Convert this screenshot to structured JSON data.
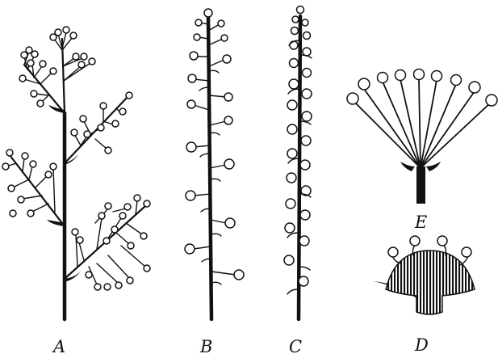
{
  "figure": {
    "labels": {
      "a": "A",
      "b": "B",
      "c": "C",
      "d": "D",
      "e": "E"
    },
    "ink": "#111111",
    "paper": "#ffffff"
  }
}
